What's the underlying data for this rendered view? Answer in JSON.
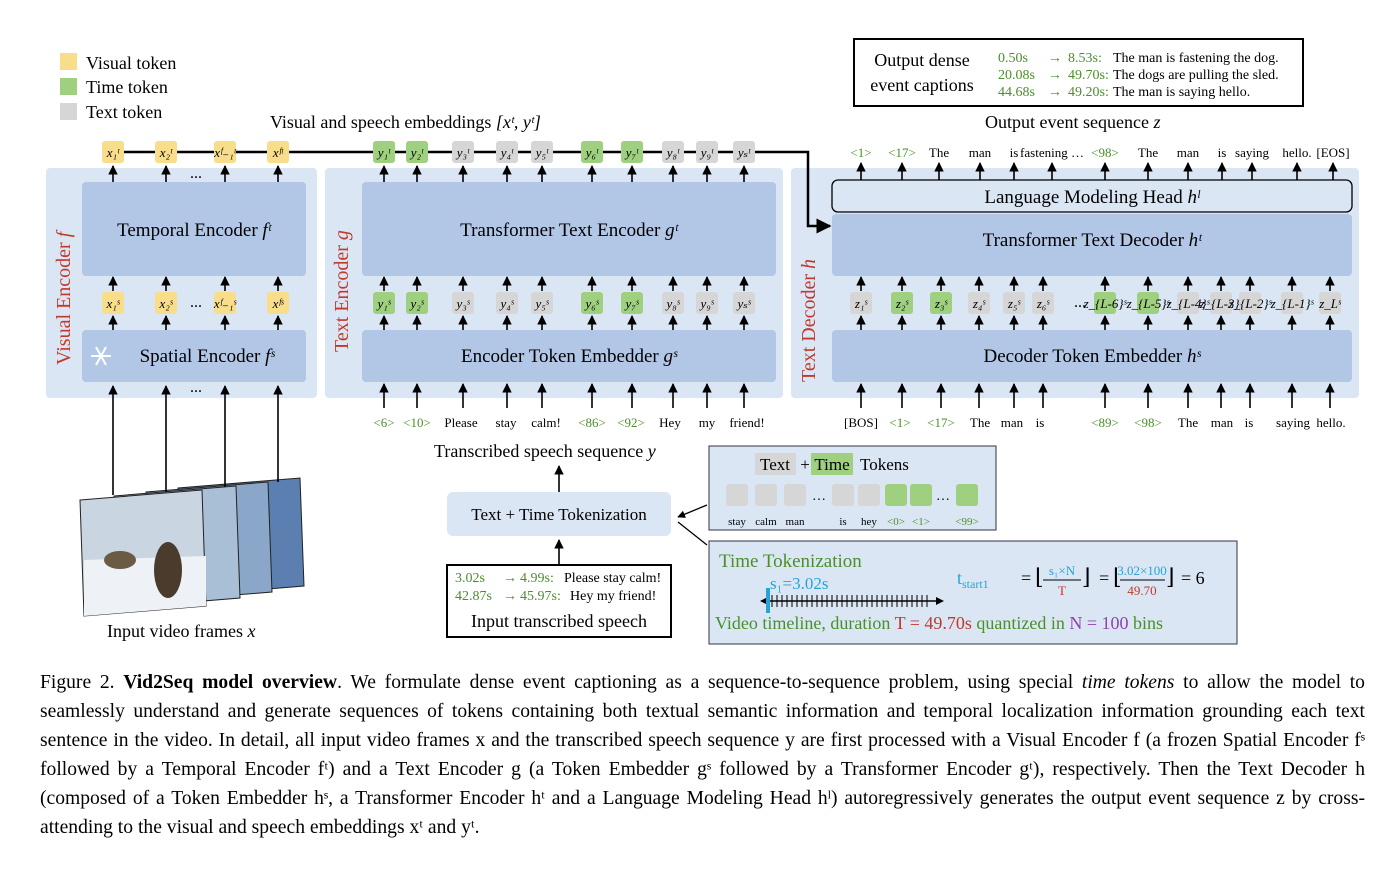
{
  "legend": [
    {
      "label": "Visual token",
      "color": "#f8dd8a"
    },
    {
      "label": "Time token",
      "color": "#9fd07f"
    },
    {
      "label": "Text token",
      "color": "#d6d6d6"
    }
  ],
  "colors": {
    "visual_token": "#f8dd8a",
    "time_token": "#9fd07f",
    "text_token": "#d6d6d6",
    "panel_bg": "#dbe6f4",
    "block_fill": "#b2c6e6",
    "label_red": "#c0392b",
    "time_text_green": "#4a8f2a",
    "blue": "#29a3d6",
    "purple": "#8e44ad"
  },
  "top": {
    "embeddings_title": "Visual and speech embeddings",
    "embeddings_math": "[xᵗ, yᵗ]",
    "output_seq_title": "Output event sequence",
    "output_seq_var": "z"
  },
  "visual_encoder": {
    "label": "Visual Encoder",
    "var": "f",
    "temporal_block": "Temporal Encoder",
    "temporal_var": "fᵗ",
    "spatial_block": "Spatial Encoder",
    "spatial_var": "fˢ",
    "snowflake_icon": "snowflake-icon",
    "top_tokens": [
      "x₁ᵗ",
      "x₂ᵗ",
      "xᶠ₋₁ᵗ",
      "xᶠᵗ"
    ],
    "mid_tokens": [
      "x₁ˢ",
      "x₂ˢ",
      "xᶠ₋₁ˢ",
      "xᶠˢ"
    ],
    "ellipsis": "...",
    "frames_label": "Input video frames",
    "frames_var": "x"
  },
  "text_encoder": {
    "label": "Text Encoder",
    "var": "g",
    "transformer_block": "Transformer Text Encoder",
    "transformer_var": "gᵗ",
    "embedder_block": "Encoder Token Embedder",
    "embedder_var": "gˢ",
    "top_tokens": [
      {
        "t": "y₁ᵗ",
        "k": "time"
      },
      {
        "t": "y₂ᵗ",
        "k": "time"
      },
      {
        "t": "y₃ᵗ",
        "k": "text"
      },
      {
        "t": "y₄ᵗ",
        "k": "text"
      },
      {
        "t": "y₅ᵗ",
        "k": "text"
      },
      {
        "t": "y₆ᵗ",
        "k": "time"
      },
      {
        "t": "y₇ᵗ",
        "k": "time"
      },
      {
        "t": "y₈ᵗ",
        "k": "text"
      },
      {
        "t": "y₉ᵗ",
        "k": "text"
      },
      {
        "t": "yₛᵗ",
        "k": "text"
      }
    ],
    "mid_tokens": [
      {
        "t": "y₁ˢ",
        "k": "time"
      },
      {
        "t": "y₂ˢ",
        "k": "time"
      },
      {
        "t": "y₃ˢ",
        "k": "text"
      },
      {
        "t": "y₄ˢ",
        "k": "text"
      },
      {
        "t": "y₅ˢ",
        "k": "text"
      },
      {
        "t": "y₆ˢ",
        "k": "time"
      },
      {
        "t": "y₇ˢ",
        "k": "time"
      },
      {
        "t": "y₈ˢ",
        "k": "text"
      },
      {
        "t": "y₉ˢ",
        "k": "text"
      },
      {
        "t": "yₛˢ",
        "k": "text"
      }
    ],
    "inputs": [
      {
        "t": "<6>",
        "k": "time"
      },
      {
        "t": "<10>",
        "k": "time"
      },
      {
        "t": "Please",
        "k": "text"
      },
      {
        "t": "stay",
        "k": "text"
      },
      {
        "t": "calm!",
        "k": "text"
      },
      {
        "t": "<86>",
        "k": "time"
      },
      {
        "t": "<92>",
        "k": "time"
      },
      {
        "t": "Hey",
        "k": "text"
      },
      {
        "t": "my",
        "k": "text"
      },
      {
        "t": "friend!",
        "k": "text"
      }
    ],
    "speech_seq_title": "Transcribed speech sequence",
    "speech_seq_var": "y"
  },
  "text_decoder": {
    "label": "Text Decoder",
    "var": "h",
    "lm_head": "Language Modeling Head",
    "lm_var": "hˡ",
    "transformer_block": "Transformer Text Decoder",
    "transformer_var": "hᵗ",
    "embedder_block": "Decoder Token Embedder",
    "embedder_var": "hˢ",
    "outputs": [
      {
        "t": "<1>",
        "k": "time"
      },
      {
        "t": "<17>",
        "k": "time"
      },
      {
        "t": "The",
        "k": "text"
      },
      {
        "t": "man",
        "k": "text"
      },
      {
        "t": "is",
        "k": "text"
      },
      {
        "t": "fastening …",
        "k": "text"
      },
      {
        "t": "<98>",
        "k": "time"
      },
      {
        "t": "The",
        "k": "text"
      },
      {
        "t": "man",
        "k": "text"
      },
      {
        "t": "is",
        "k": "text"
      },
      {
        "t": "saying",
        "k": "text"
      },
      {
        "t": "hello.",
        "k": "text"
      },
      {
        "t": "[EOS]",
        "k": "text"
      }
    ],
    "mid_tokens": [
      {
        "t": "z₁ˢ",
        "k": "text"
      },
      {
        "t": "z₂ˢ",
        "k": "time"
      },
      {
        "t": "z₃ˢ",
        "k": "time"
      },
      {
        "t": "z₄ˢ",
        "k": "text"
      },
      {
        "t": "z₅ˢ",
        "k": "text"
      },
      {
        "t": "z₆ˢ",
        "k": "text"
      },
      {
        "t": "z_{L-6}ˢ",
        "k": "time"
      },
      {
        "t": "z_{L-5}ˢ",
        "k": "time"
      },
      {
        "t": "z_{L-4}ˢ",
        "k": "text"
      },
      {
        "t": "z_{L-3}ˢ",
        "k": "text"
      },
      {
        "t": "z_{L-2}ˢ",
        "k": "text"
      },
      {
        "t": "z_{L-1}ˢ",
        "k": "text"
      },
      {
        "t": "z_Lˢ",
        "k": "text"
      }
    ],
    "inputs": [
      {
        "t": "[BOS]",
        "k": "text"
      },
      {
        "t": "<1>",
        "k": "time"
      },
      {
        "t": "<17>",
        "k": "time"
      },
      {
        "t": "The",
        "k": "text"
      },
      {
        "t": "man",
        "k": "text"
      },
      {
        "t": "is",
        "k": "text"
      },
      {
        "t": "<89>",
        "k": "time"
      },
      {
        "t": "<98>",
        "k": "time"
      },
      {
        "t": "The",
        "k": "text"
      },
      {
        "t": "man",
        "k": "text"
      },
      {
        "t": "is",
        "k": "text"
      },
      {
        "t": "saying",
        "k": "text"
      },
      {
        "t": "hello.",
        "k": "text"
      }
    ]
  },
  "output_captions": {
    "title_line1": "Output dense",
    "title_line2": "event captions",
    "rows": [
      {
        "start": "0.50s",
        "end": "8.53s:",
        "text": "The man is fastening the dog."
      },
      {
        "start": "20.08s",
        "end": "49.70s:",
        "text": "The dogs are pulling the sled."
      },
      {
        "start": "44.68s",
        "end": "49.20s:",
        "text": "The man is saying hello."
      }
    ]
  },
  "tokenization": {
    "block": "Text + Time Tokenization",
    "legend_text": "Text",
    "legend_plus": "+",
    "legend_time": "Time",
    "legend_tokens": "Tokens",
    "token_labels": [
      "stay",
      "calm",
      "man",
      "is",
      "hey",
      "<0>",
      "<1>",
      "<99>"
    ],
    "ellipsis": "…"
  },
  "input_speech": {
    "rows": [
      {
        "start": "3.02s",
        "end": "4.99s:",
        "text": "Please stay calm!"
      },
      {
        "start": "42.87s",
        "end": "45.97s:",
        "text": "Hey my friend!"
      }
    ],
    "label": "Input transcribed speech"
  },
  "time_tokenization": {
    "title": "Time Tokenization",
    "marker": "s₁=3.02s",
    "formula_lhs": "t",
    "formula_lhs_sub": "start1",
    "formula_num": "s₁×N",
    "formula_den": "T",
    "formula_num2": "3.02×100",
    "formula_den2": "49.70",
    "formula_result": "= 6",
    "caption_part1": "Video timeline, duration ",
    "caption_T": "T = 49.70s",
    "caption_part2": " quantized in ",
    "caption_N": "N = 100",
    "caption_part3": " bins"
  },
  "caption": {
    "prefix": "Figure 2. ",
    "title": "Vid2Seq model overview",
    "text_part1": ". We formulate dense event captioning as a sequence-to-sequence problem, using special ",
    "italic_phrase": "time tokens",
    "text_part2": " to allow the model to seamlessly understand and generate sequences of tokens containing both textual semantic information and temporal localization information grounding each text sentence in the video. In detail, all input video frames x and the transcribed speech sequence y are first processed with a Visual Encoder f (a frozen Spatial Encoder fˢ followed by a Temporal Encoder fᵗ) and a Text Encoder g (a Token Embedder gˢ followed by a Transformer Encoder gᵗ), respectively. Then the Text Decoder h (composed of a Token Embedder hˢ, a Transformer Encoder hᵗ and a Language Modeling Head hˡ) autoregressively generates the output event sequence z by cross-attending to the visual and speech embeddings xᵗ and yᵗ."
  }
}
